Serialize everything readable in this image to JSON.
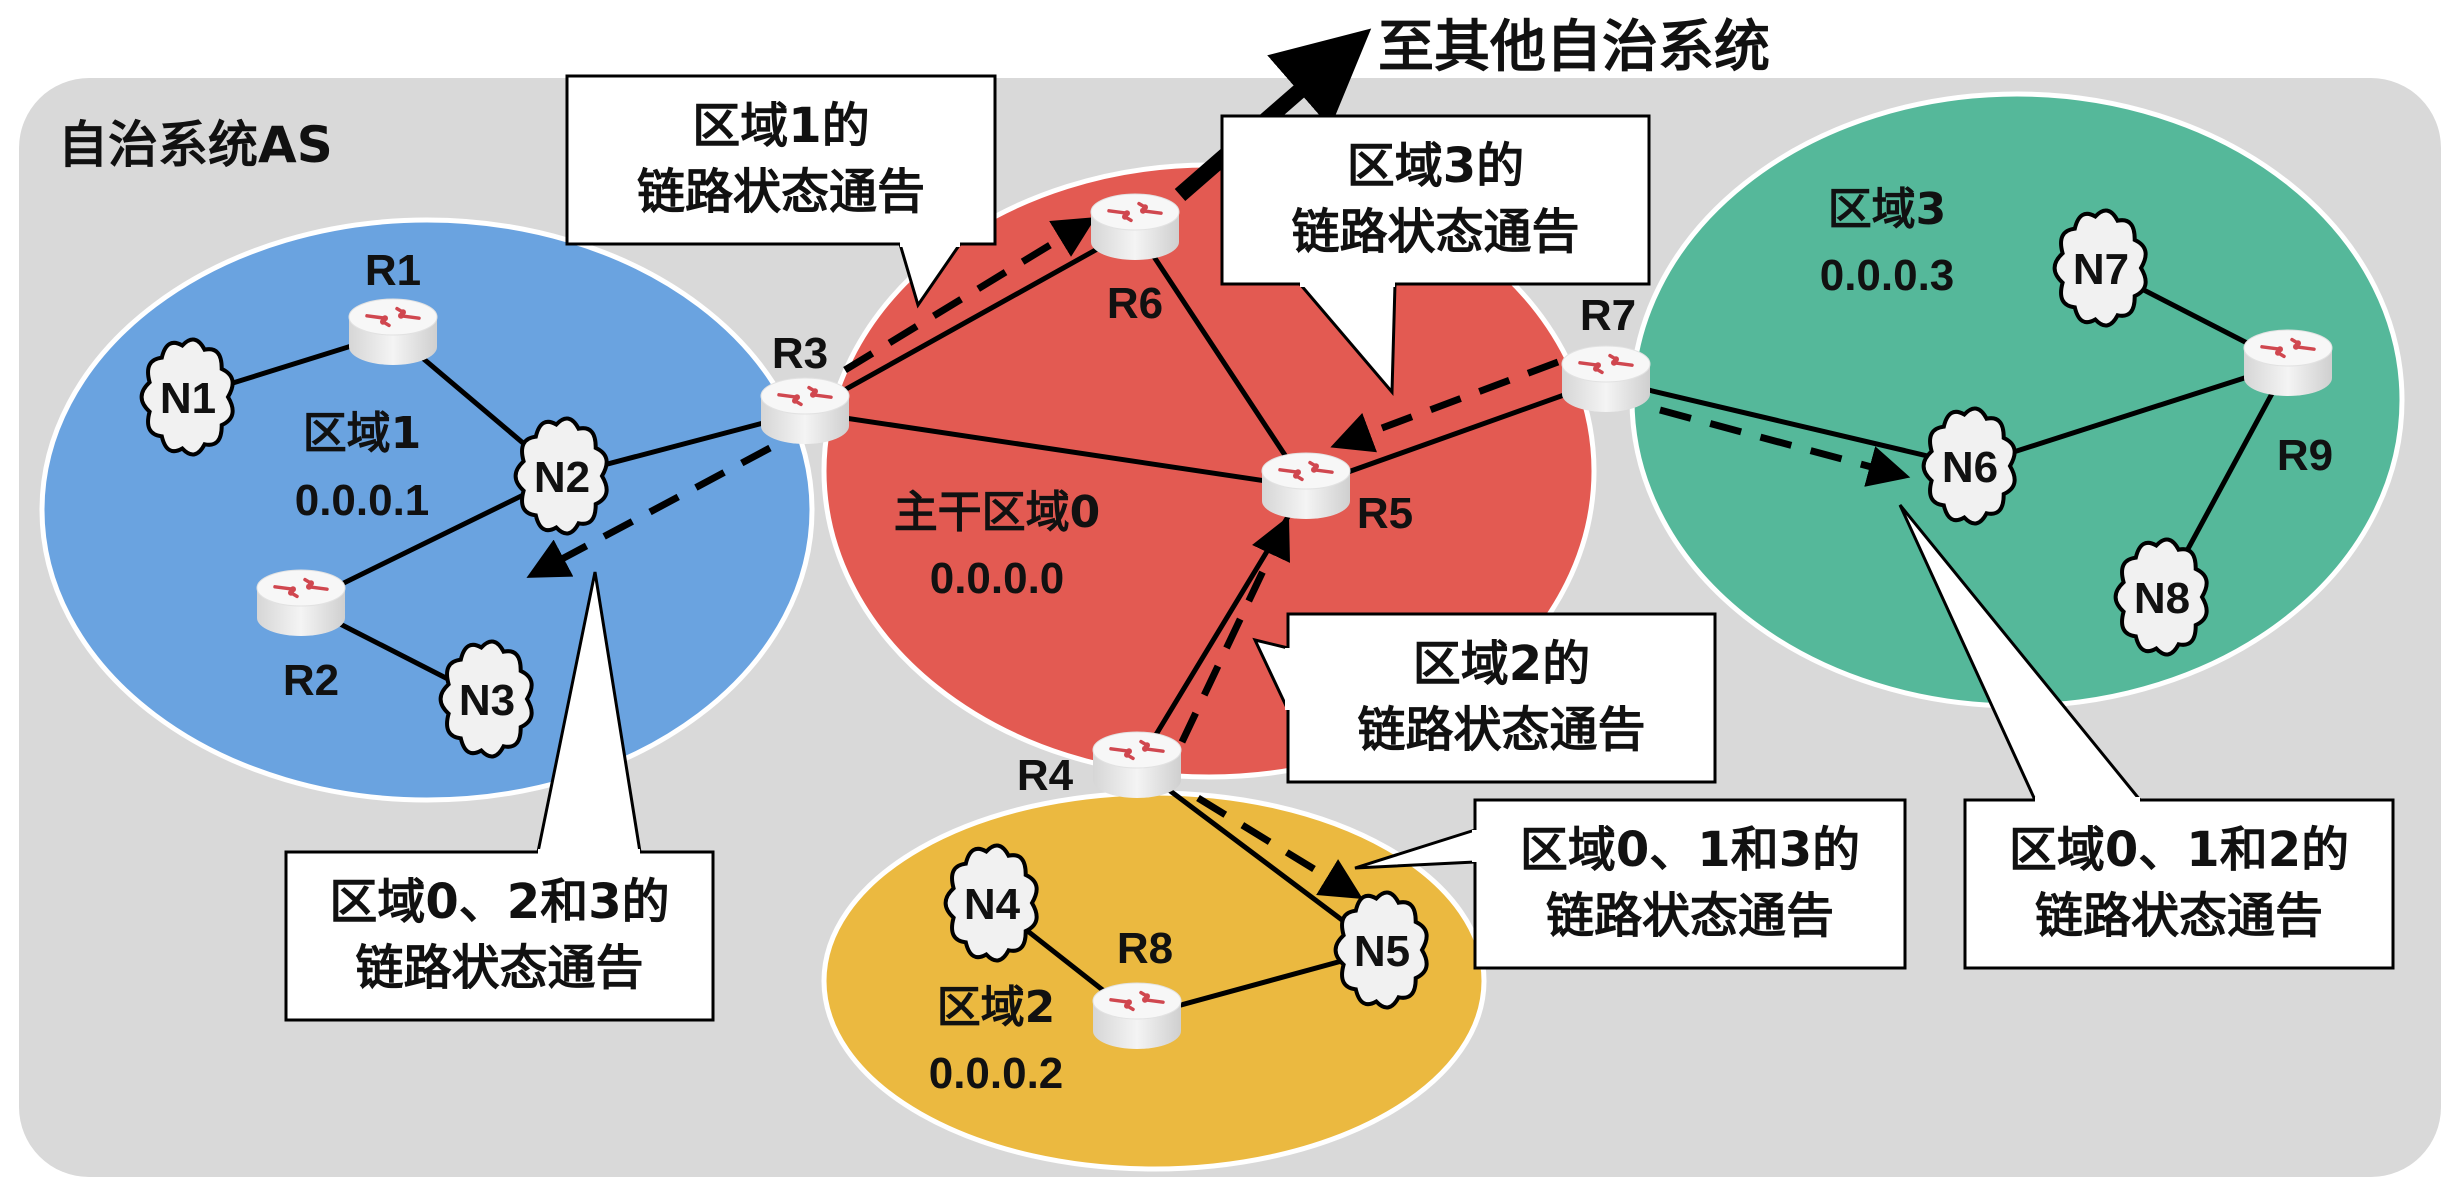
{
  "title": "自治系统AS",
  "external_label": "至其他自治系统",
  "colors": {
    "as_background": "#d9d9d9",
    "area0": "#e35a52",
    "area1": "#6aa3e0",
    "area2": "#ebb940",
    "area3": "#55b89a",
    "router_body": "#ececec",
    "router_arrows": "#d0474f",
    "cloud": "#f1f1f1",
    "line": "#000000"
  },
  "areas": [
    {
      "id": "area0",
      "name": "主干区域0",
      "ip": "0.0.0.0"
    },
    {
      "id": "area1",
      "name": "区域1",
      "ip": "0.0.0.1"
    },
    {
      "id": "area2",
      "name": "区域2",
      "ip": "0.0.0.2"
    },
    {
      "id": "area3",
      "name": "区域3",
      "ip": "0.0.0.3"
    }
  ],
  "routers": [
    {
      "id": "R1",
      "label": "R1"
    },
    {
      "id": "R2",
      "label": "R2"
    },
    {
      "id": "R3",
      "label": "R3"
    },
    {
      "id": "R4",
      "label": "R4"
    },
    {
      "id": "R5",
      "label": "R5"
    },
    {
      "id": "R6",
      "label": "R6"
    },
    {
      "id": "R7",
      "label": "R7"
    },
    {
      "id": "R8",
      "label": "R8"
    },
    {
      "id": "R9",
      "label": "R9"
    }
  ],
  "networks": [
    {
      "id": "N1",
      "label": "N1"
    },
    {
      "id": "N2",
      "label": "N2"
    },
    {
      "id": "N3",
      "label": "N3"
    },
    {
      "id": "N4",
      "label": "N4"
    },
    {
      "id": "N5",
      "label": "N5"
    },
    {
      "id": "N6",
      "label": "N6"
    },
    {
      "id": "N7",
      "label": "N7"
    },
    {
      "id": "N8",
      "label": "N8"
    }
  ],
  "links": [
    [
      "N1",
      "R1"
    ],
    [
      "R1",
      "N2"
    ],
    [
      "N2",
      "R3"
    ],
    [
      "N2",
      "R2"
    ],
    [
      "R2",
      "N3"
    ],
    [
      "R3",
      "R6"
    ],
    [
      "R3",
      "R5"
    ],
    [
      "R6",
      "R5"
    ],
    [
      "R5",
      "R7"
    ],
    [
      "R5",
      "R4"
    ],
    [
      "R7",
      "N6"
    ],
    [
      "N6",
      "R9"
    ],
    [
      "N7",
      "R9"
    ],
    [
      "R9",
      "N8"
    ],
    [
      "R4",
      "N5"
    ],
    [
      "N4",
      "R8"
    ],
    [
      "R8",
      "N5"
    ]
  ],
  "callouts": [
    {
      "id": "lsa-area1",
      "lines": [
        "区域1的",
        "链路状态通告"
      ]
    },
    {
      "id": "lsa-area3",
      "lines": [
        "区域3的",
        "链路状态通告"
      ]
    },
    {
      "id": "lsa-area2",
      "lines": [
        "区域2的",
        "链路状态通告"
      ]
    },
    {
      "id": "lsa-area023",
      "lines": [
        "区域0、2和3的",
        "链路状态通告"
      ]
    },
    {
      "id": "lsa-area013",
      "lines": [
        "区域0、1和3的",
        "链路状态通告"
      ]
    },
    {
      "id": "lsa-area012",
      "lines": [
        "区域0、1和2的",
        "链路状态通告"
      ]
    }
  ]
}
